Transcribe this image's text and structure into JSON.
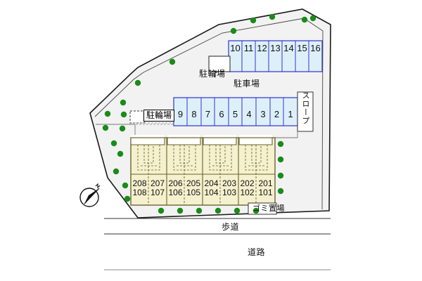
{
  "plan": {
    "title": "apartment-site-plan",
    "colors": {
      "parking_fill": "#ddf0fa",
      "parking_stroke": "#3333cc",
      "building_fill": "#f5f0cd",
      "building_stroke": "#8a7f3a",
      "site_fill": "#f2f2f2",
      "site_stroke": "#333333",
      "tree": "#1a8b1a",
      "road_line": "#555555"
    }
  },
  "labels": {
    "parking_lot": "駐車場",
    "bicycle_parking_top": "駐輪場",
    "bicycle_parking_left": "駐輪場",
    "slope": "スロープ",
    "garbage": "ゴミ置場",
    "sidewalk": "歩道",
    "road": "道路"
  },
  "parking": {
    "upper_row": [
      "10",
      "11",
      "12",
      "13",
      "14",
      "15",
      "16"
    ],
    "lower_row": [
      "9",
      "8",
      "7",
      "6",
      "5",
      "4",
      "3",
      "2",
      "1"
    ]
  },
  "building": {
    "units": [
      {
        "upper": "208",
        "lower": "108"
      },
      {
        "upper": "207",
        "lower": "107"
      },
      {
        "upper": "206",
        "lower": "106"
      },
      {
        "upper": "205",
        "lower": "105"
      },
      {
        "upper": "204",
        "lower": "104"
      },
      {
        "upper": "203",
        "lower": "103"
      },
      {
        "upper": "202",
        "lower": "102"
      },
      {
        "upper": "201",
        "lower": "101"
      }
    ]
  },
  "compass": {
    "name": "north-arrow"
  }
}
